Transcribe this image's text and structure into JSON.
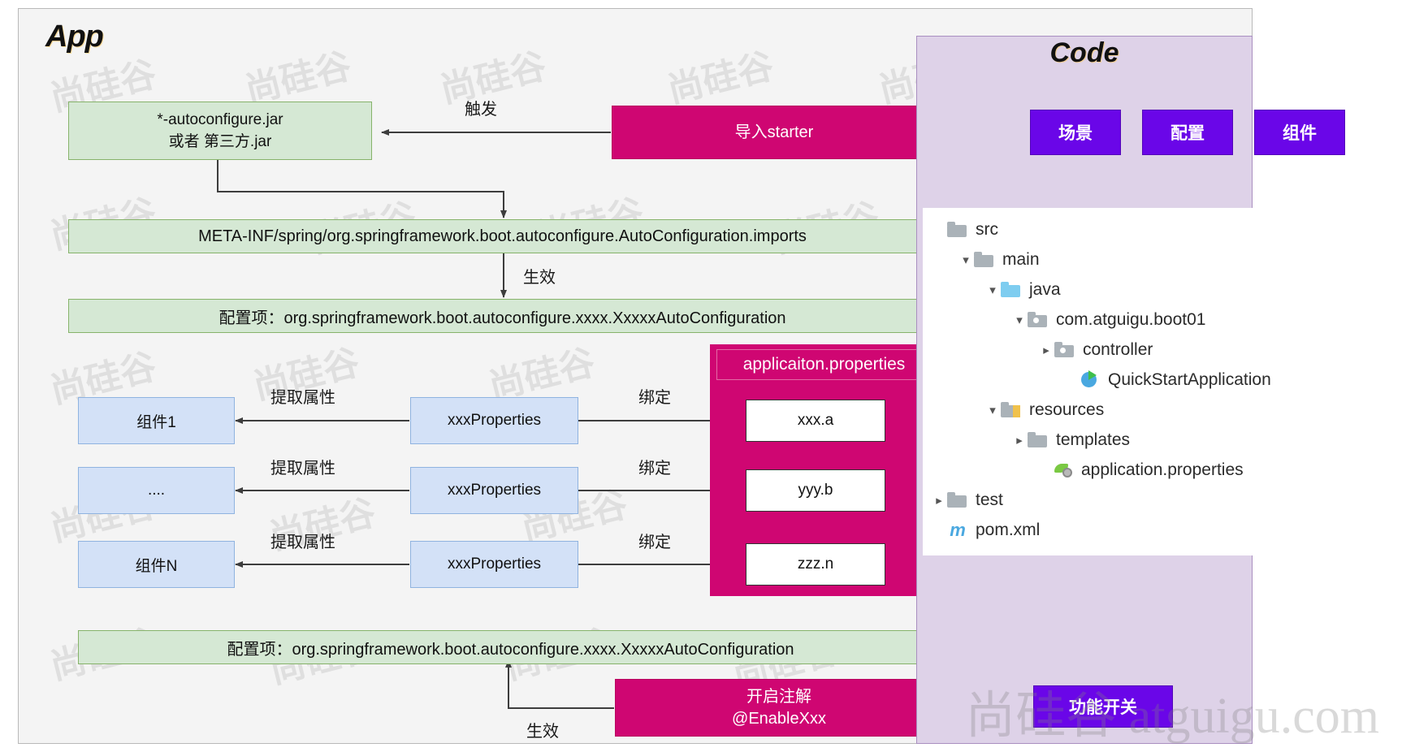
{
  "app": {
    "title": "App",
    "autoconfigure_jar": "*-autoconfigure.jar\n或者 第三方.jar",
    "autoconfigure_jar_line1": "*-autoconfigure.jar",
    "autoconfigure_jar_line2": "或者 第三方.jar",
    "import_starter": "导入starter",
    "imports_file": "META-INF/spring/org.springframework.boot.autoconfigure.AutoConfiguration.imports",
    "config_item_top": "配置项：org.springframework.boot.autoconfigure.xxxx.XxxxxAutoConfiguration",
    "config_item_bottom": "配置项：org.springframework.boot.autoconfigure.xxxx.XxxxxAutoConfiguration",
    "enable_annotation_line1": "开启注解",
    "enable_annotation_line2": "@EnableXxx"
  },
  "edge_labels": {
    "trigger": "触发",
    "take_effect_top": "生效",
    "take_effect_bottom": "生效",
    "extract_1": "提取属性",
    "extract_2": "提取属性",
    "extract_3": "提取属性",
    "bind_1": "绑定",
    "bind_2": "绑定",
    "bind_3": "绑定"
  },
  "components": [
    {
      "name": "组件1"
    },
    {
      "name": "...."
    },
    {
      "name": "组件N"
    }
  ],
  "properties_classes": [
    {
      "name": "xxxProperties"
    },
    {
      "name": "xxxProperties"
    },
    {
      "name": "xxxProperties"
    }
  ],
  "application_properties": {
    "title": "applicaiton.properties",
    "entries": [
      {
        "key": "xxx.a"
      },
      {
        "key": "yyy.b"
      },
      {
        "key": "zzz.n"
      }
    ]
  },
  "code": {
    "title": "Code",
    "badges": [
      {
        "label": "场景"
      },
      {
        "label": "配置"
      },
      {
        "label": "组件"
      }
    ],
    "feature_switch_badge": "功能开关",
    "file_tree": [
      {
        "label": "src",
        "indent": 0,
        "chevron": "none",
        "icon": "folder-grey"
      },
      {
        "label": "main",
        "indent": 1,
        "chevron": "down",
        "icon": "folder-grey"
      },
      {
        "label": "java",
        "indent": 2,
        "chevron": "down",
        "icon": "folder-blue"
      },
      {
        "label": "com.atguigu.boot01",
        "indent": 3,
        "chevron": "down",
        "icon": "folder-pkg"
      },
      {
        "label": "controller",
        "indent": 4,
        "chevron": "right",
        "icon": "folder-pkg"
      },
      {
        "label": "QuickStartApplication",
        "indent": 5,
        "chevron": "none",
        "icon": "java-class"
      },
      {
        "label": "resources",
        "indent": 2,
        "chevron": "down",
        "icon": "folder-resources"
      },
      {
        "label": "templates",
        "indent": 3,
        "chevron": "right",
        "icon": "folder-grey"
      },
      {
        "label": "application.properties",
        "indent": 4,
        "chevron": "none",
        "icon": "properties-file"
      },
      {
        "label": "test",
        "indent": 0,
        "chevron": "right",
        "icon": "folder-grey"
      },
      {
        "label": "pom.xml",
        "indent": 0,
        "chevron": "none",
        "icon": "maven-m"
      }
    ]
  },
  "watermarks": {
    "tile": "尚硅谷",
    "footer": "尚硅谷 atguigu.com"
  },
  "colors": {
    "panel_bg": "#f4f4f4",
    "code_panel_bg": "#ded2e8",
    "green_box": "#d5e8d4",
    "green_border": "#86b36a",
    "blue_box": "#d3e1f7",
    "blue_border": "#8fb3e0",
    "magenta": "#cf0672",
    "purple": "#6a06e8",
    "arrow": "#4d4d4d"
  }
}
